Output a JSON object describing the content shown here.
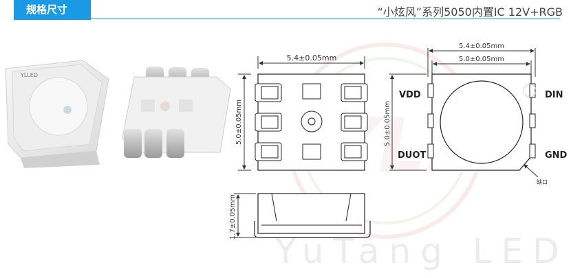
{
  "header": {
    "tab_label": "规格尺寸",
    "title": "“小炫风”系列5050内置IC 12V+RGB"
  },
  "photos": {
    "left_marking": "YLLED"
  },
  "dimensions": {
    "top_view_width": "5.4±0.05mm",
    "top_view_height": "5.0±0.05mm",
    "pin_view_outer_width": "5.4±0.05mm",
    "pin_view_inner_width": "5.0±0.05mm",
    "pin_view_height": "5.0±0.05mm",
    "side_view_height": "1.7±0.05mm"
  },
  "pins": {
    "vdd": "VDD",
    "din": "DIN",
    "duot": "DUOT",
    "gnd": "GND",
    "notch": "缺口"
  },
  "watermark": {
    "logo_text": "YLL",
    "brand_text": "YuTang LED"
  }
}
